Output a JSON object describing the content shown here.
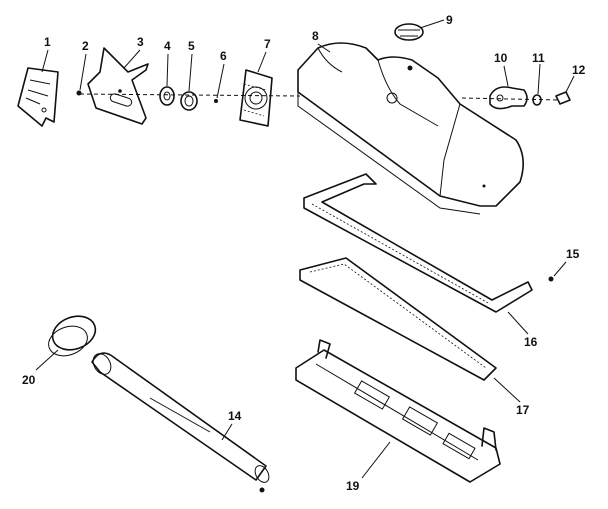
{
  "callouts": {
    "c1": "1",
    "c2": "2",
    "c3": "3",
    "c4": "4",
    "c5": "5",
    "c6": "6",
    "c7": "7",
    "c8": "8",
    "c9": "9",
    "c10": "10",
    "c11": "11",
    "c12": "12",
    "c14": "14",
    "c15": "15",
    "c16": "16",
    "c17": "17",
    "c19": "19",
    "c20": "20"
  }
}
